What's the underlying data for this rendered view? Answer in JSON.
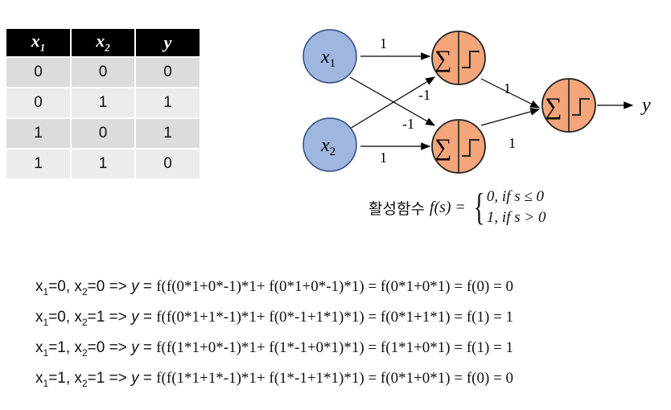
{
  "table": {
    "headers": [
      {
        "var": "x",
        "sub": "1"
      },
      {
        "var": "x",
        "sub": "2"
      },
      {
        "var": "y",
        "sub": ""
      }
    ],
    "rows": [
      [
        "0",
        "0",
        "0"
      ],
      [
        "0",
        "1",
        "1"
      ],
      [
        "1",
        "0",
        "1"
      ],
      [
        "1",
        "1",
        "0"
      ]
    ]
  },
  "network": {
    "inputs": [
      {
        "var": "x",
        "sub": "1"
      },
      {
        "var": "x",
        "sub": "2"
      }
    ],
    "weights": {
      "x1_to_h1": "1",
      "x1_to_h2": "-1",
      "x2_to_h1": "-1",
      "x2_to_h2": "1",
      "h1_to_out": "1",
      "h2_to_out": "1"
    },
    "output_label": "y",
    "colors": {
      "input_fill": "#9fb6df",
      "input_stroke": "#2f4a80",
      "neuron_fill": "#f4a57a",
      "neuron_stroke": "#222222"
    }
  },
  "activation": {
    "label_korean": "활성함수",
    "function": "f(s)",
    "equals": "=",
    "case1": "0, if s ≤ 0",
    "case2": "1, if s > 0"
  },
  "equations": [
    {
      "x1": "0",
      "x2": "0",
      "rhs": "f(f(0*1+0*-1)*1+ f(0*1+0*-1)*1) = f(0*1+0*1) = f(0) = 0"
    },
    {
      "x1": "0",
      "x2": "1",
      "rhs": "f(f(0*1+1*-1)*1+ f(0*-1+1*1)*1) = f(0*1+1*1) = f(1) = 1"
    },
    {
      "x1": "1",
      "x2": "0",
      "rhs": "f(f(1*1+0*-1)*1+ f(1*-1+0*1)*1) = f(1*1+0*1) = f(1) = 1"
    },
    {
      "x1": "1",
      "x2": "1",
      "rhs": "f(f(1*1+1*-1)*1+ f(1*-1+1*1)*1) = f(0*1+0*1) = f(0) = 0"
    }
  ]
}
